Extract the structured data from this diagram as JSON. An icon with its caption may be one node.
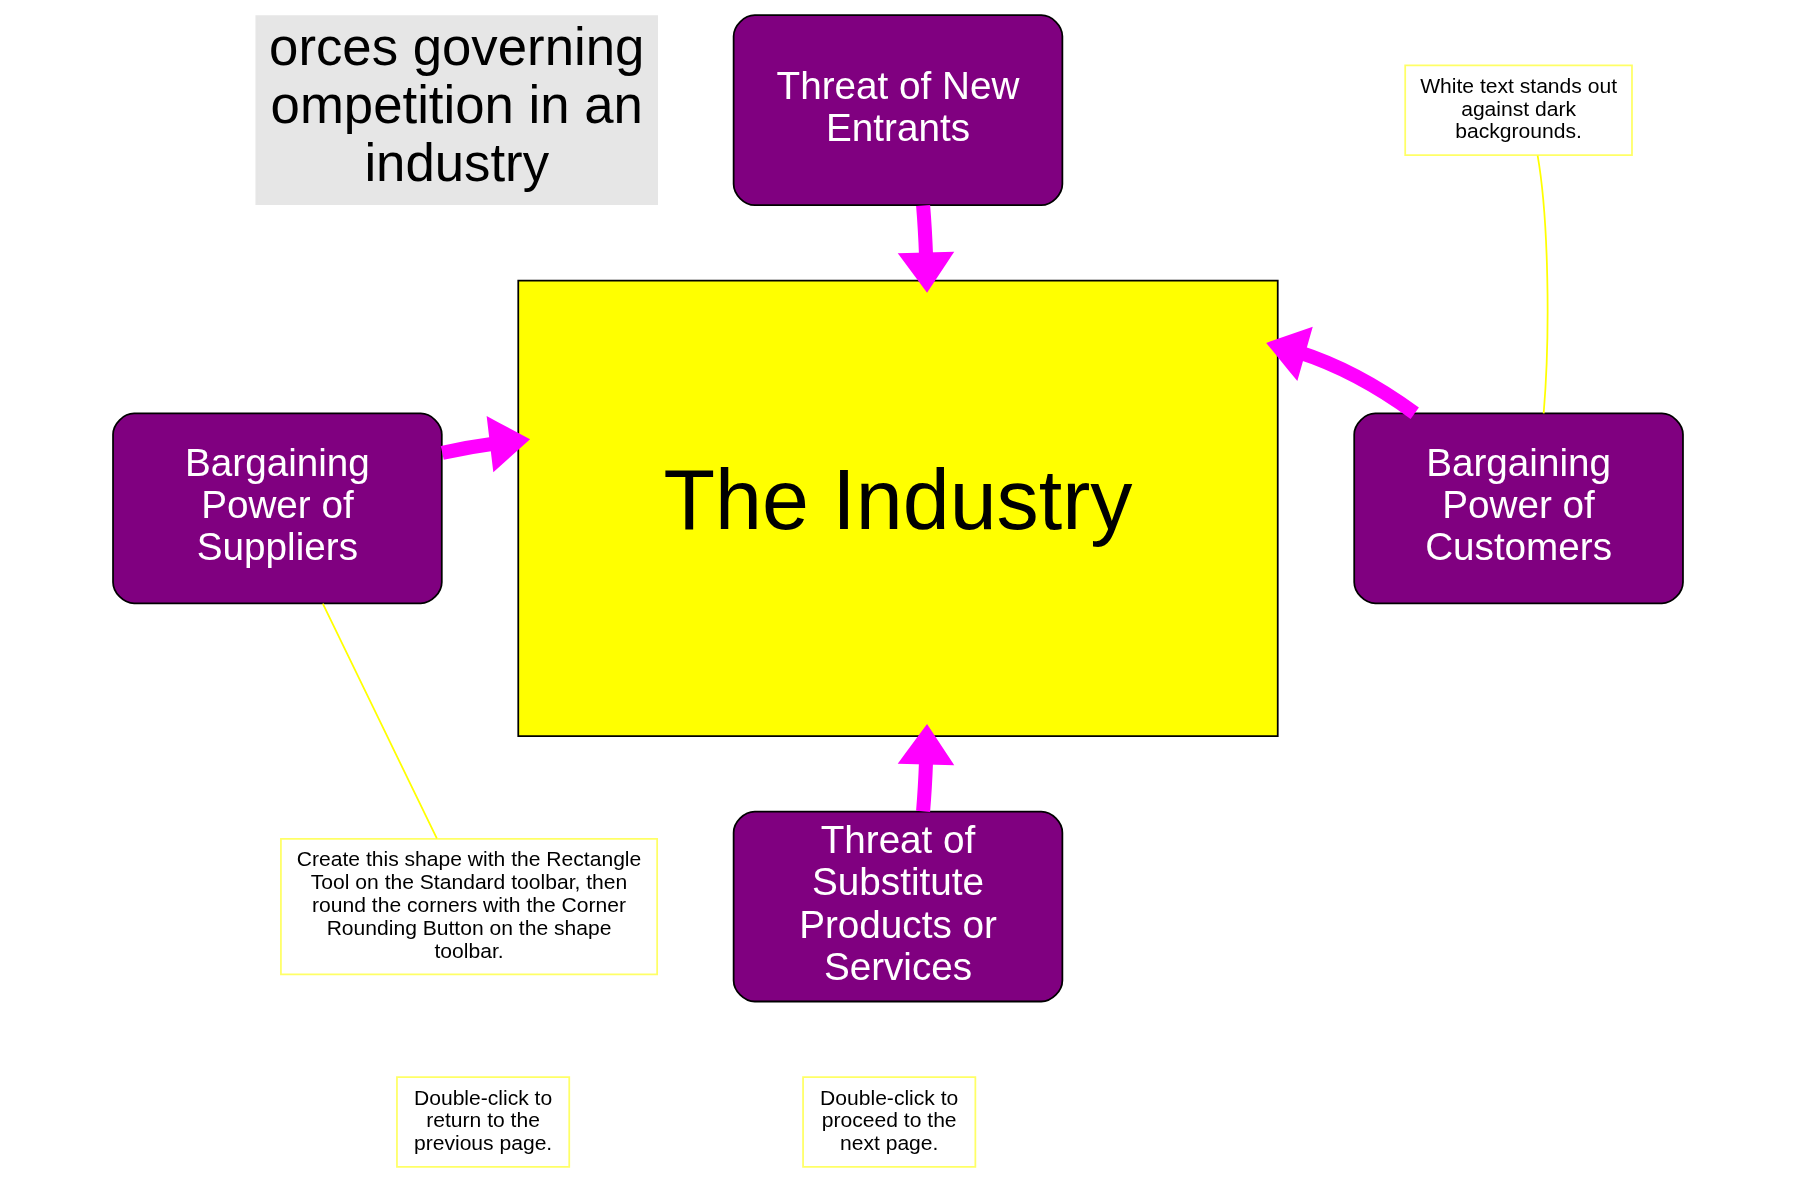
{
  "diagram": {
    "nodes": [
      {
        "text": [
          "orces governing ompetition in an industry"
        ]
      },
      {
        "text": [
          "Threat of New Entrants"
        ]
      },
      {
        "text": [
          "Bargaining Power of Suppliers"
        ]
      },
      {
        "text": [
          "The Industry"
        ]
      },
      {
        "text": [
          "Bargaining Power of Customers"
        ]
      },
      {
        "text": [
          "Threat of Substitute Products or Services"
        ]
      },
      {
        "text": [
          "White text stands out against dark backgrounds."
        ]
      },
      {
        "text": [
          "Create this shape with the Rectangle Tool on the Standard toolbar, then round the corners with the Corner Rounding Button on the shape toolbar."
        ]
      },
      {
        "text": [
          "Double-click to return to the previous page."
        ]
      },
      {
        "text": [
          "Double-click to proceed to the next page."
        ]
      }
    ],
    "edges": [
      {
        "from": 1,
        "to": 3,
        "arrow": "to"
      },
      {
        "from": 2,
        "to": 3,
        "arrow": "to"
      },
      {
        "from": 4,
        "to": 3,
        "arrow": "to"
      },
      {
        "from": 5,
        "to": 3,
        "arrow": "to"
      },
      {
        "from": 6,
        "to": 4,
        "arrow": "none",
        "color": "#ffff00"
      },
      {
        "from": 7,
        "to": 2,
        "arrow": "none",
        "color": "#ffff00"
      }
    ]
  }
}
